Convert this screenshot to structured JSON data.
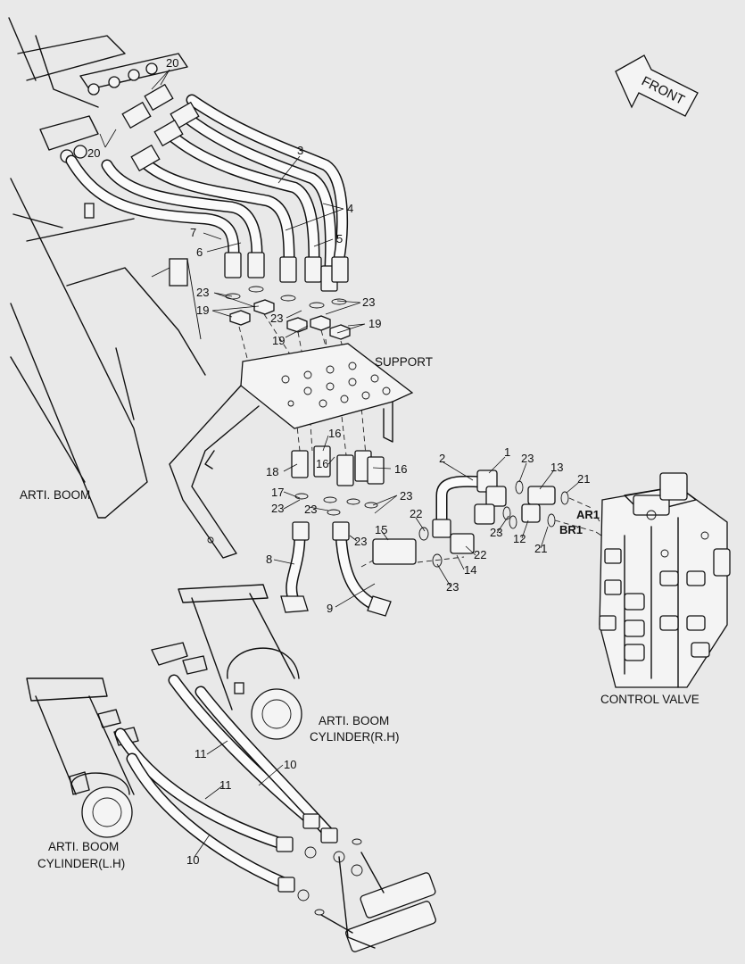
{
  "direction_arrow": {
    "label": "FRONT",
    "icon": "front-arrow-icon"
  },
  "component_names": {
    "support": "SUPPORT",
    "arti_boom": "ARTI. BOOM",
    "control_valve": "CONTROL VALVE",
    "cyl_rh_line1": "ARTI. BOOM",
    "cyl_rh_line2": "CYLINDER(R.H)",
    "cyl_lh_line1": "ARTI. BOOM",
    "cyl_lh_line2": "CYLINDER(L.H)"
  },
  "ports": {
    "ar1": "AR1",
    "br1": "BR1"
  },
  "callouts": {
    "c20a": "20",
    "c20b": "20",
    "c3": "3",
    "c4": "4",
    "c5": "5",
    "c7": "7",
    "c6": "6",
    "c23a": "23",
    "c19a": "19",
    "c23b": "23",
    "c23c": "23",
    "c19b": "19",
    "c19c": "19",
    "c16a": "16",
    "c16b": "16",
    "c16c": "16",
    "c18": "18",
    "c17": "17",
    "c23d": "23",
    "c23e": "23",
    "c23f": "23",
    "c23g": "23",
    "c8": "8",
    "c9": "9",
    "c1": "1",
    "c2": "2",
    "c23h": "23",
    "c13": "13",
    "c21a": "21",
    "c22a": "22",
    "c23i": "23",
    "c15": "15",
    "c12": "12",
    "c21b": "21",
    "c22b": "22",
    "c14": "14",
    "c23j": "23",
    "c11a": "11",
    "c10a": "10",
    "c11b": "11",
    "c10b": "10"
  }
}
